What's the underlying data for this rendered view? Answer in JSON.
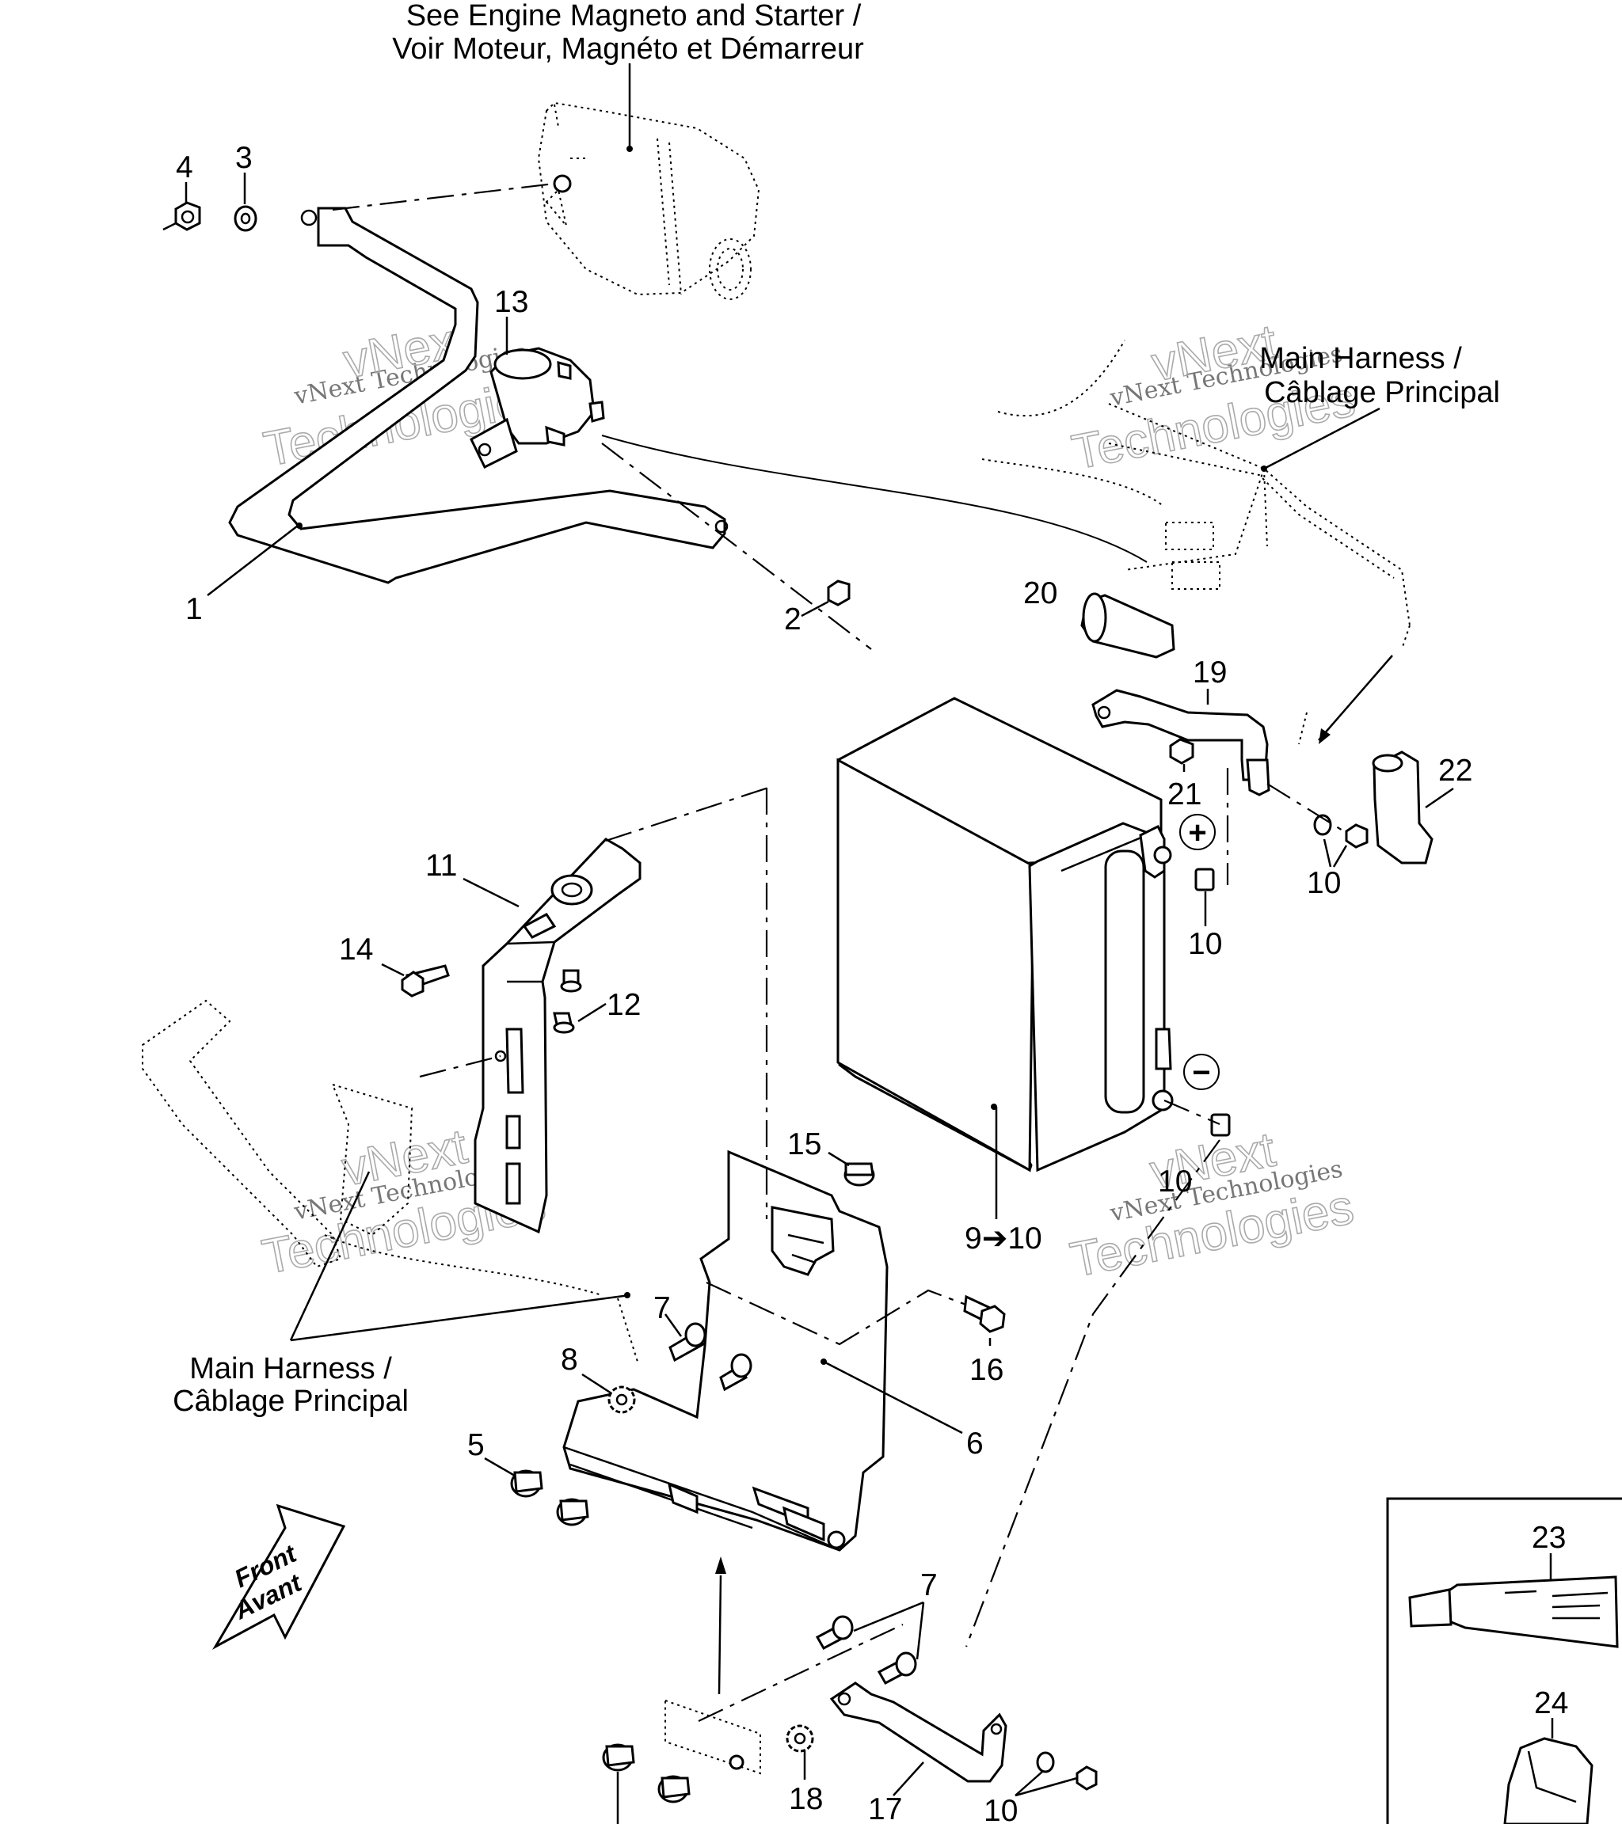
{
  "callouts": {
    "engine_ref_line1": "See Engine Magneto and Starter /",
    "engine_ref_line2": "Voir Moteur, Magnéto et Démarreur",
    "main_harness_top_line1": "Main Harness /",
    "main_harness_top_line2": "Câblage Principal",
    "main_harness_left_line1": "Main Harness /",
    "main_harness_left_line2": "Câblage Principal",
    "front_line1": "Front",
    "front_line2": "Avant"
  },
  "part_numbers": {
    "p1": "1",
    "p2": "2",
    "p3": "3",
    "p4": "4",
    "p5": "5",
    "p6": "6",
    "p7a": "7",
    "p7b": "7",
    "p8": "8",
    "p9_10": "9➔10",
    "p10a": "10",
    "p10b": "10",
    "p10c": "10",
    "p10d": "10",
    "p11": "11",
    "p12": "12",
    "p13": "13",
    "p14": "14",
    "p15": "15",
    "p16": "16",
    "p17": "17",
    "p18": "18",
    "p19": "19",
    "p20": "20",
    "p21": "21",
    "p22": "22",
    "p23": "23",
    "p24": "24"
  },
  "terminals": {
    "positive": "+",
    "negative": "−"
  },
  "watermark": {
    "line1": "vNext Technologies",
    "line2": "vNext",
    "line3": "Technologies"
  }
}
